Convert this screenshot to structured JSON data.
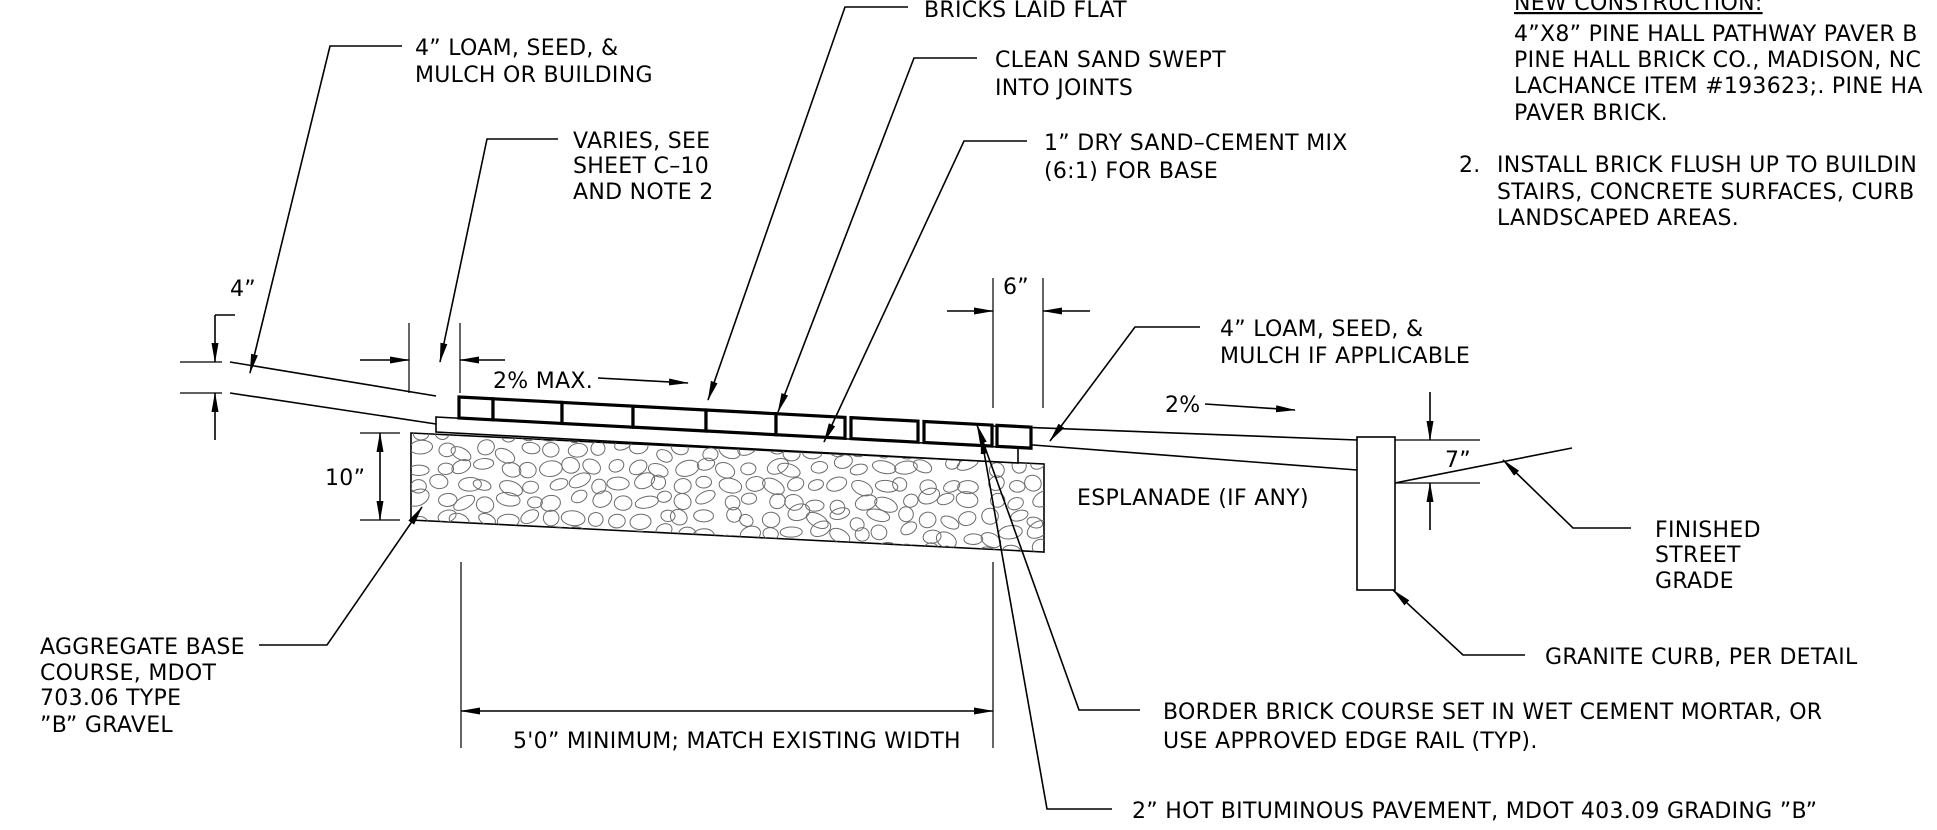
{
  "labels": {
    "bricks_laid_flat": "BRICKS LAID FLAT",
    "clean_sand_1": "CLEAN SAND SWEPT",
    "clean_sand_2": "INTO JOINTS",
    "dry_sand_1": "1” DRY SAND–CEMENT MIX",
    "dry_sand_2": "(6:1) FOR BASE",
    "loam_top_1": "4” LOAM, SEED, &",
    "loam_top_2": "MULCH OR BUILDING",
    "varies_1": "VARIES, SEE",
    "varies_2": "SHEET C–10",
    "varies_3": "AND NOTE 2",
    "dim_4in": "4”",
    "dim_6in": "6”",
    "dim_10in": "10”",
    "dim_7in": "7”",
    "slope_2max": "2% MAX.",
    "slope_2": "2%",
    "loam_right_1": "4” LOAM, SEED, &",
    "loam_right_2": "MULCH IF APPLICABLE",
    "esplanade": "ESPLANADE (IF ANY)",
    "finished_1": "FINISHED",
    "finished_2": "STREET",
    "finished_3": "GRADE",
    "granite_curb": "GRANITE CURB, PER DETAIL",
    "aggregate_1": "AGGREGATE BASE",
    "aggregate_2": "COURSE, MDOT",
    "aggregate_3": "703.06 TYPE",
    "aggregate_4": "”B” GRAVEL",
    "width_dim": "5'0” MINIMUM; MATCH EXISTING WIDTH",
    "border_1": "BORDER BRICK COURSE SET IN WET CEMENT MORTAR, OR",
    "border_2": "USE APPROVED EDGE RAIL (TYP).",
    "hot_bit": "2” HOT BITUMINOUS PAVEMENT, MDOT 403.09 GRADING ”B”"
  },
  "notes": {
    "heading": "NEW CONSTRUCTION:",
    "note1_l1": "4”X8” PINE HALL PATHWAY PAVER B",
    "note1_l2": "PINE HALL BRICK CO., MADISON, NC",
    "note1_l3": "LACHANCE ITEM #193623;. PINE HA",
    "note1_l4": "PAVER BRICK.",
    "note2_num": "2.",
    "note2_l1": "INSTALL BRICK FLUSH UP TO BUILDIN",
    "note2_l2": "STAIRS, CONCRETE SURFACES, CURB",
    "note2_l3": "LANDSCAPED AREAS."
  }
}
